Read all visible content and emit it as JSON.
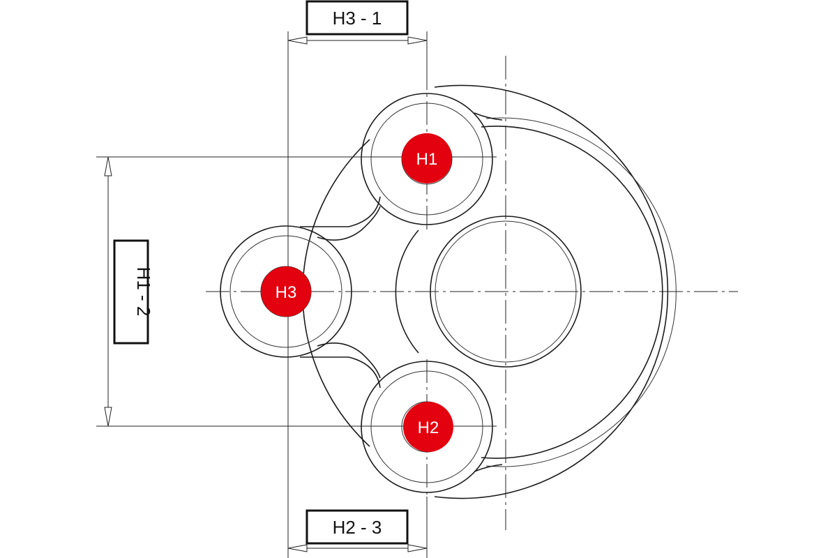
{
  "dimensions": {
    "top": "H3 - 1",
    "left": "H1 - 2",
    "bottom": "H2 - 3"
  },
  "holes": {
    "h1": "H1",
    "h2": "H2",
    "h3": "H3"
  },
  "colors": {
    "hole_fill": "#e3000f",
    "line": "#1a1a1a",
    "background": "#ffffff"
  }
}
